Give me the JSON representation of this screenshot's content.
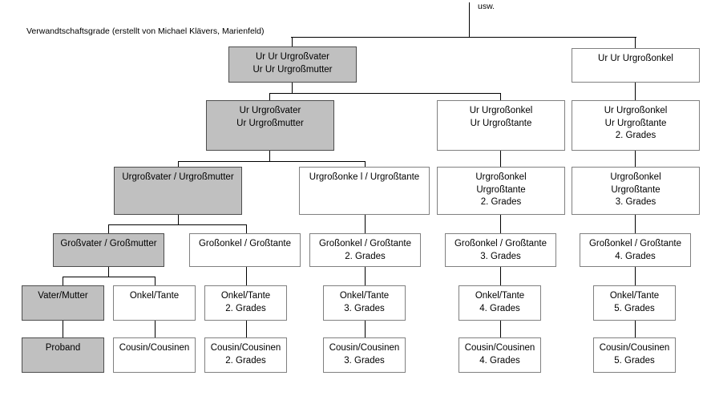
{
  "diagram": {
    "title": "Verwandtschaftsgrade (erstellt von Michael Klävers, Marienfeld)",
    "top_note": "usw.",
    "colors": {
      "direct_line_fill": "#c0c0c0",
      "collateral_fill": "#ffffff",
      "border_dark": "#4d4d4d",
      "border_light": "#808080",
      "connector": "#000000",
      "text": "#000000"
    },
    "nodes": [
      {
        "id": "n1",
        "lines": [
          "Ur Ur Urgroßvater",
          "Ur Ur Urgroßmutter"
        ],
        "fill": "gray",
        "generation": 1,
        "column": 0
      },
      {
        "id": "n2",
        "lines": [
          "Ur Ur Urgroßonkel"
        ],
        "fill": "white",
        "generation": 1,
        "column": 4
      },
      {
        "id": "n3",
        "lines": [
          "Ur Urgroßvater",
          "Ur Urgroßmutter"
        ],
        "fill": "gray",
        "generation": 2,
        "column": 0
      },
      {
        "id": "n4",
        "lines": [
          "Ur Urgroßonkel",
          "Ur Urgroßtante"
        ],
        "fill": "white",
        "generation": 2,
        "column": 3
      },
      {
        "id": "n5",
        "lines": [
          "Ur Urgroßonkel",
          "Ur Urgroßtante",
          "2. Grades"
        ],
        "fill": "white",
        "generation": 2,
        "column": 4
      },
      {
        "id": "n6",
        "lines": [
          "Urgroßvater / Urgroßmutter"
        ],
        "fill": "gray",
        "generation": 3,
        "column": 0
      },
      {
        "id": "n7",
        "lines": [
          "Urgroßonke l / Urgroßtante"
        ],
        "fill": "white",
        "generation": 3,
        "column": 2
      },
      {
        "id": "n8",
        "lines": [
          "Urgroßonkel",
          "Urgroßtante",
          "2. Grades"
        ],
        "fill": "white",
        "generation": 3,
        "column": 3
      },
      {
        "id": "n9",
        "lines": [
          "Urgroßonkel",
          "Urgroßtante",
          "3. Grades"
        ],
        "fill": "white",
        "generation": 3,
        "column": 4
      },
      {
        "id": "n10",
        "lines": [
          "Großvater / Großmutter"
        ],
        "fill": "gray",
        "generation": 4,
        "column": 0
      },
      {
        "id": "n11",
        "lines": [
          "Großonkel / Großtante"
        ],
        "fill": "white",
        "generation": 4,
        "column": 1
      },
      {
        "id": "n12",
        "lines": [
          "Großonkel / Großtante",
          "2. Grades"
        ],
        "fill": "white",
        "generation": 4,
        "column": 2
      },
      {
        "id": "n13",
        "lines": [
          "Großonkel / Großtante",
          "3. Grades"
        ],
        "fill": "white",
        "generation": 4,
        "column": 3
      },
      {
        "id": "n14",
        "lines": [
          "Großonkel / Großtante",
          "4. Grades"
        ],
        "fill": "white",
        "generation": 4,
        "column": 4
      },
      {
        "id": "n15",
        "lines": [
          "Vater/Mutter"
        ],
        "fill": "gray",
        "generation": 5,
        "column": 0
      },
      {
        "id": "n16",
        "lines": [
          "Onkel/Tante"
        ],
        "fill": "white",
        "generation": 5,
        "column": 1
      },
      {
        "id": "n17",
        "lines": [
          "Onkel/Tante",
          "2. Grades"
        ],
        "fill": "white",
        "generation": 5,
        "column": 2
      },
      {
        "id": "n18",
        "lines": [
          "Onkel/Tante",
          "3. Grades"
        ],
        "fill": "white",
        "generation": 5,
        "column": 3
      },
      {
        "id": "n19",
        "lines": [
          "Onkel/Tante",
          "4. Grades"
        ],
        "fill": "white",
        "generation": 5,
        "column": 4
      },
      {
        "id": "n20",
        "lines": [
          "Onkel/Tante",
          "5. Grades"
        ],
        "fill": "white",
        "generation": 5,
        "column": 5
      },
      {
        "id": "n21",
        "lines": [
          "Proband"
        ],
        "fill": "gray",
        "generation": 6,
        "column": 0
      },
      {
        "id": "n22",
        "lines": [
          "Cousin/Cousinen"
        ],
        "fill": "white",
        "generation": 6,
        "column": 1
      },
      {
        "id": "n23",
        "lines": [
          "Cousin/Cousinen",
          "2. Grades"
        ],
        "fill": "white",
        "generation": 6,
        "column": 2
      },
      {
        "id": "n24",
        "lines": [
          "Cousin/Cousinen",
          "3. Grades"
        ],
        "fill": "white",
        "generation": 6,
        "column": 3
      },
      {
        "id": "n25",
        "lines": [
          "Cousin/Cousinen",
          "4. Grades"
        ],
        "fill": "white",
        "generation": 6,
        "column": 4
      },
      {
        "id": "n26",
        "lines": [
          "Cousin/Cousinen",
          "5. Grades"
        ],
        "fill": "white",
        "generation": 6,
        "column": 5
      }
    ]
  }
}
